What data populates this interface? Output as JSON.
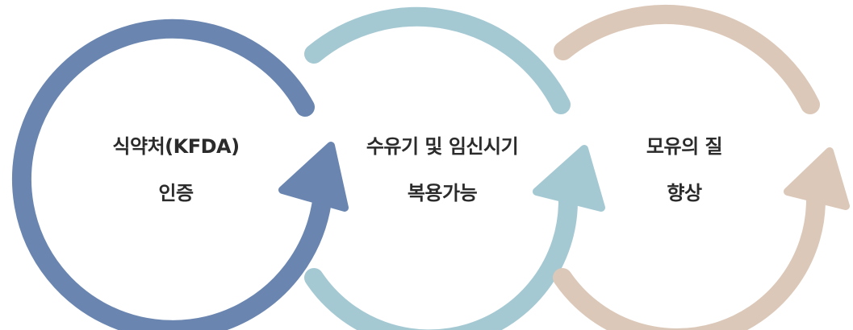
{
  "steps": [
    {
      "line1": "식약처(KFDA)",
      "line2": "인증",
      "color": "#6a86b0"
    },
    {
      "line1": "수유기 및 임신시기",
      "line2": "복용가능",
      "color": "#a5c9d3"
    },
    {
      "line1": "모유의 질",
      "line2": "향상",
      "color": "#dcc8b8"
    }
  ]
}
